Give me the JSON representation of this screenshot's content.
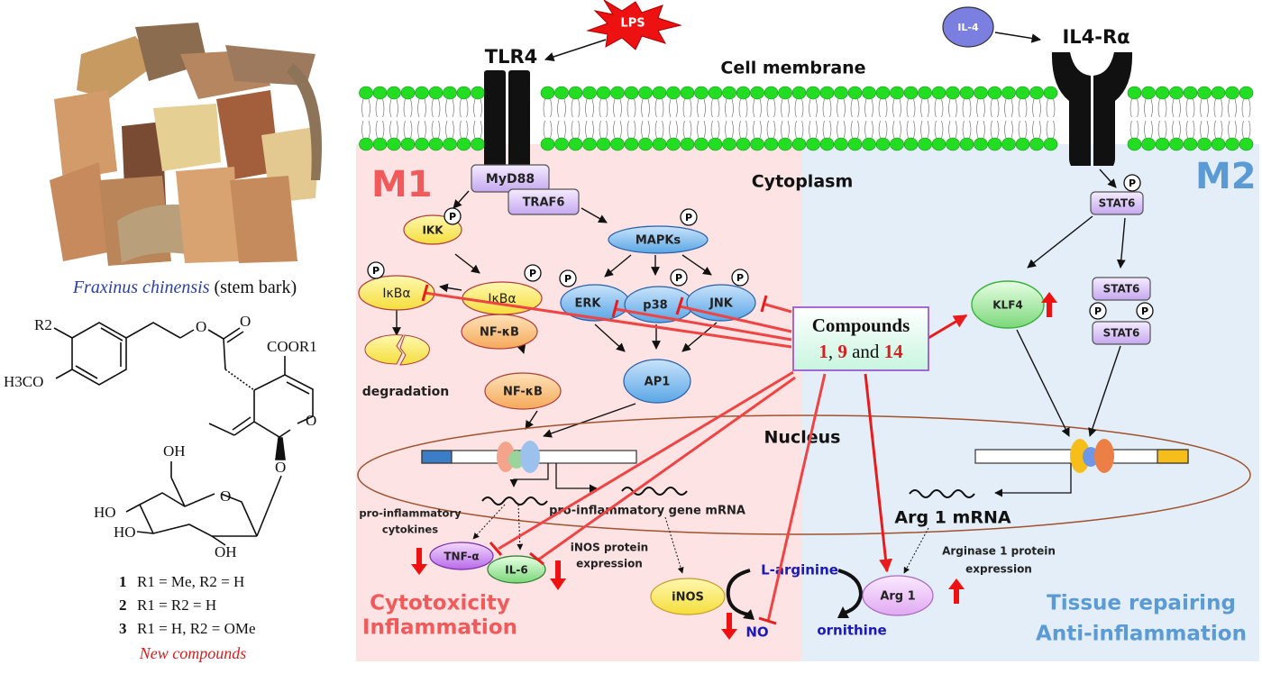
{
  "left_panel": {
    "photo_caption_italic": "Fraxinus chinensis",
    "photo_caption_rest": " (stem bark)",
    "structure_labels": {
      "r2": "R2",
      "h3co": "H3CO",
      "cooR1": "COOR1",
      "o_ester": "O",
      "o_carbonyl": "O",
      "o_ring": "O",
      "o_glyco": "O",
      "o_sugar": "O",
      "oh_top": "OH",
      "ho_left1": "HO",
      "ho_left2": "HO",
      "oh_bottom": "OH"
    },
    "compound_list": [
      {
        "num": "1",
        "desc": "R1 = Me, R2 = H"
      },
      {
        "num": "2",
        "desc": "R1 = R2 = H"
      },
      {
        "num": "3",
        "desc": "R1 = H, R2 = OMe"
      }
    ],
    "new_compounds_label": "New compounds"
  },
  "diagram": {
    "lps": "LPS",
    "tlr4": "TLR4",
    "il4": "IL-4",
    "il4_receptor": "IL4-Rα",
    "cell_membrane": "Cell membrane",
    "cytoplasm": "Cytoplasm",
    "nucleus": "Nucleus",
    "m1_label": "M1",
    "m2_label": "M2",
    "myd88": "MyD88",
    "traf6": "TRAF6",
    "ikk": "IKK",
    "ikba_free": "IκBα",
    "ikba_bound": "IκBα",
    "nfkb_1": "NF-κB",
    "nfkb_2": "NF-κB",
    "degradation": "degradation",
    "mapks": "MAPKs",
    "erk": "ERK",
    "p38": "p38",
    "jnk": "JNK",
    "ap1": "AP1",
    "phospho": "P",
    "compounds_title": "Compounds",
    "compounds_n1": "1",
    "compounds_sep": ", ",
    "compounds_n2": "9",
    "compounds_and": " and ",
    "compounds_n3": "14",
    "stat6": "STAT6",
    "klf4": "KLF4",
    "pro_inflam_cytokines_1": "pro-inflammatory",
    "pro_inflam_cytokines_2": "cytokines",
    "pro_inflam_mrna": "pro-inflammatory gene mRNA",
    "tnfa": "TNF-α",
    "il6": "IL-6",
    "inos_expr_1": "iNOS protein",
    "inos_expr_2": "expression",
    "inos": "iNOS",
    "l_arginine": "L-arginine",
    "no": "NO",
    "ornithine": "ornithine",
    "arg1": "Arg 1",
    "arg1_mrna": "Arg 1 mRNA",
    "arginase_expr_1": "Arginase 1 protein",
    "arginase_expr_2": "expression",
    "m1_outcome_1": "Cytotoxicity",
    "m1_outcome_2": "Inflammation",
    "m2_outcome_1": "Tissue repairing",
    "m2_outcome_2": "Anti-inflammation"
  },
  "colors": {
    "m1_bg": "#fde3e3",
    "m2_bg": "#e3eef8",
    "m1_text": "#f15a5a",
    "m2_text": "#5b9bd5",
    "inhibit_red": "#ef4444",
    "arrow_red": "#e81c1c",
    "membrane_green": "#22dd22",
    "blue_text": "#1a1ab8",
    "caption_blue": "#2b3fa8",
    "new_red": "#d42020"
  }
}
